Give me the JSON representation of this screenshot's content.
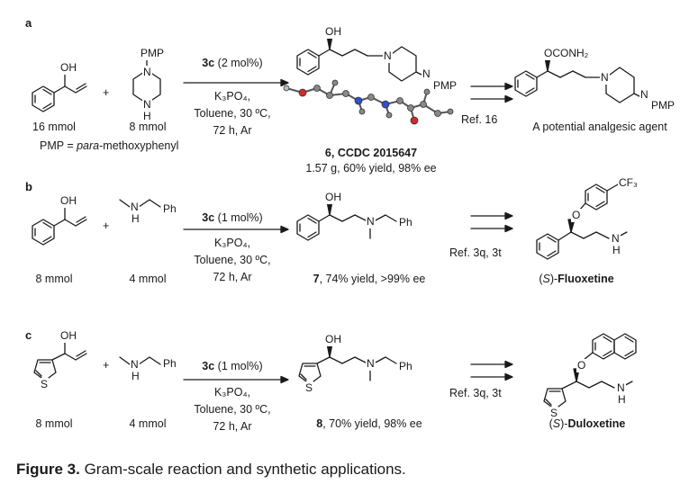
{
  "panels": [
    {
      "label": "a",
      "reactant1_amount": "16 mmol",
      "reactant2_amount": "8 mmol",
      "reactant2_group": "PMP",
      "reactant2_nh": "N",
      "reactant2_h": "H",
      "definition_prefix": "PMP = ",
      "definition_italic": "para",
      "definition_suffix": "-methoxyphenyl",
      "catalyst_bold": "3c",
      "catalyst_rest": " (2 mol%)",
      "conditions": [
        "K₃PO₄,",
        "Toluene, 30 ºC,",
        "72 h, Ar"
      ],
      "product_number": "6",
      "product_ccdc": ", CCDC 2015647",
      "product_yield": "1.57 g, 60% yield, 98% ee",
      "product_pmp": "PMP",
      "reference": "Ref. 16",
      "target_group": "OCONH₂",
      "target_pmp": "PMP",
      "target_name": "A potential analgesic agent"
    },
    {
      "label": "b",
      "reactant1_amount": "8 mmol",
      "reactant2_amount": "4 mmol",
      "reactant2_group": "Ph",
      "catalyst_bold": "3c",
      "catalyst_rest": " (1 mol%)",
      "conditions": [
        "K₃PO₄,",
        "Toluene, 30 ºC,",
        "72 h, Ar"
      ],
      "product_number": "7",
      "product_yield": ", 74% yield, >99% ee",
      "product_ph": "Ph",
      "reference": "Ref. 3q, 3t",
      "target_cf3": "CF₃",
      "target_prefix": "(",
      "target_s": "S",
      "target_mid": ")-",
      "target_name": "Fluoxetine"
    },
    {
      "label": "c",
      "reactant1_amount": "8 mmol",
      "reactant2_amount": "4 mmol",
      "reactant2_group": "Ph",
      "catalyst_bold": "3c",
      "catalyst_rest": " (1 mol%)",
      "conditions": [
        "K₃PO₄,",
        "Toluene, 30 ºC,",
        "72 h, Ar"
      ],
      "product_number": "8",
      "product_yield": ", 70% yield, 98% ee",
      "product_ph": "Ph",
      "reference": "Ref. 3q, 3t",
      "target_prefix": "(",
      "target_s": "S",
      "target_mid": ")-",
      "target_name": "Duloxetine"
    }
  ],
  "atoms": {
    "oh": "OH",
    "o": "O",
    "n": "N",
    "nh": "N",
    "h": "H",
    "s": "S",
    "plus": "+"
  },
  "caption": {
    "label": "Figure 3.",
    "text": " Gram-scale reaction and synthetic applications."
  }
}
